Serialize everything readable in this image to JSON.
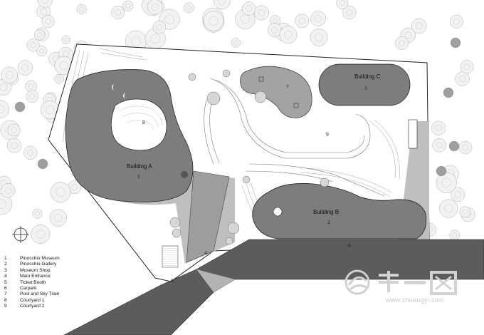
{
  "labels": {
    "building_a": "Building A",
    "building_a_num": "1",
    "building_b": "Building B",
    "building_b_num": "2",
    "building_c": "Building C",
    "building_c_num": "3",
    "entrance_num": "4",
    "ticket_num": "5",
    "carpark_num": "6",
    "pool_num": "7",
    "courtyard1_num": "8",
    "courtyard2_num": "9"
  },
  "legend": [
    {
      "num": "1",
      "text": "Pinocchio Museum"
    },
    {
      "num": "2",
      "text": "Pinocchio Gallery"
    },
    {
      "num": "3",
      "text": "Museum Shop"
    },
    {
      "num": "4",
      "text": "Main Entrance"
    },
    {
      "num": "5",
      "text": "Ticket Booth"
    },
    {
      "num": "6",
      "text": "Carpark"
    },
    {
      "num": "7",
      "text": "Pool and Sky Train"
    },
    {
      "num": "8",
      "text": "Courtyard 1"
    },
    {
      "num": "9",
      "text": "Courtyard 2"
    }
  ],
  "watermark": {
    "text_cn": "装一网",
    "url": "www.zhuangyi.com"
  },
  "colors": {
    "building": "#7b7b7b",
    "road": "#5a5a5a",
    "pool": "#9c9c9c",
    "shadow": "#b8b8b8",
    "tree": "#8a8a8a"
  }
}
